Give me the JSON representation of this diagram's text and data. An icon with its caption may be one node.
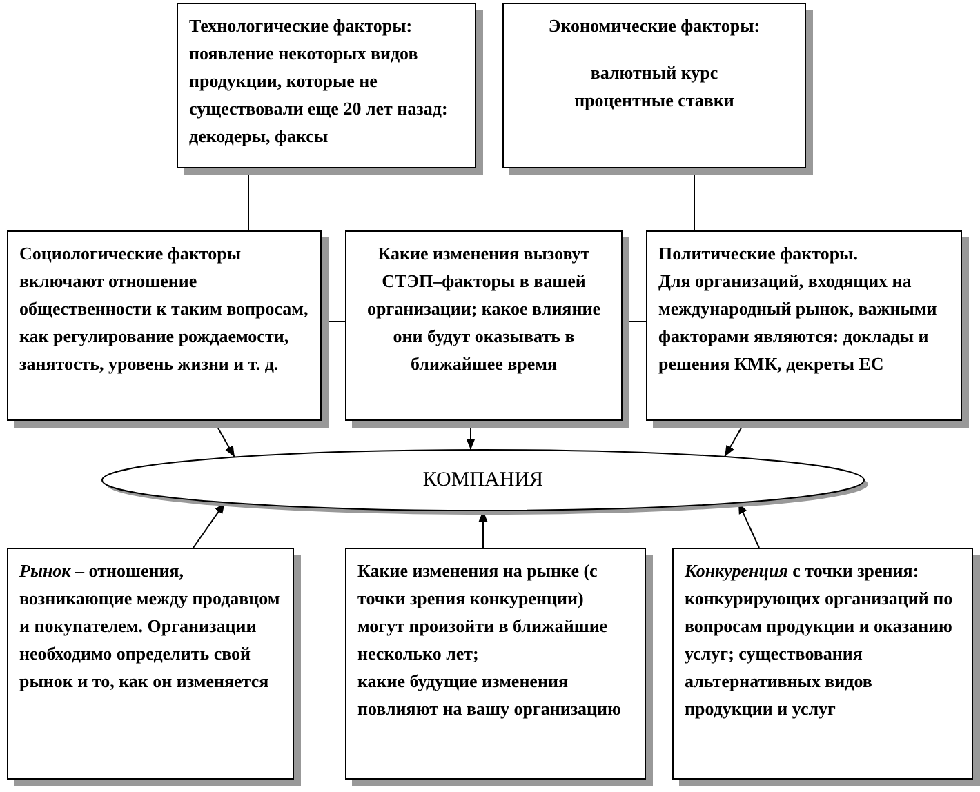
{
  "diagram": {
    "nodes": [
      {
        "text": [
          "Технологические факторы:",
          "появление некоторых видов продукции, которые не существовали еще 20 лет назад: декодеры, факсы"
        ]
      },
      {
        "text": [
          "Экономические факторы:",
          "валютный курс",
          "процентные ставки"
        ]
      },
      {
        "text": [
          "Социологические факторы включают отношение общественности к таким вопросам, как регулирование рождаемости, занятость, уровень жизни и т. д."
        ]
      },
      {
        "text": [
          "Какие изменения вызовут СТЭП–факторы в вашей организации; какое влияние они будут оказывать в ближайшее время"
        ]
      },
      {
        "text": [
          "Политические факторы.",
          "Для организаций, входящих на международный рынок, важными факторами являются: доклады и решения КМК, декреты ЕС"
        ]
      },
      {
        "text": [
          "КОМПАНИЯ"
        ]
      },
      {
        "text": [
          "*Рынок* – отношения, возникающие между продавцом и покупателем. Организации необходимо определить свой рынок и то, как он изменяется"
        ]
      },
      {
        "text": [
          "Какие изменения на рынке (с точки зрения конкуренции) могут произойти в ближайшие несколько лет;",
          "какие будущие изменения повлияют на вашу организацию"
        ]
      },
      {
        "text": [
          "*Конкуренция*  с точки зрения: конкурирующих организаций по вопросам продукции и оказанию услуг;  существования альтернативных видов продукции и услуг"
        ]
      }
    ],
    "edges": [
      {
        "from": 0,
        "to": 2,
        "arrow": "none"
      },
      {
        "from": 1,
        "to": 4,
        "arrow": "none"
      },
      {
        "from": 2,
        "to": 3,
        "arrow": "none"
      },
      {
        "from": 3,
        "to": 4,
        "arrow": "none"
      },
      {
        "from": 2,
        "to": 5,
        "arrow": "to"
      },
      {
        "from": 3,
        "to": 5,
        "arrow": "to"
      },
      {
        "from": 4,
        "to": 5,
        "arrow": "to"
      },
      {
        "from": 6,
        "to": 5,
        "arrow": "to"
      },
      {
        "from": 7,
        "to": 5,
        "arrow": "to"
      },
      {
        "from": 8,
        "to": 5,
        "arrow": "to"
      }
    ]
  }
}
